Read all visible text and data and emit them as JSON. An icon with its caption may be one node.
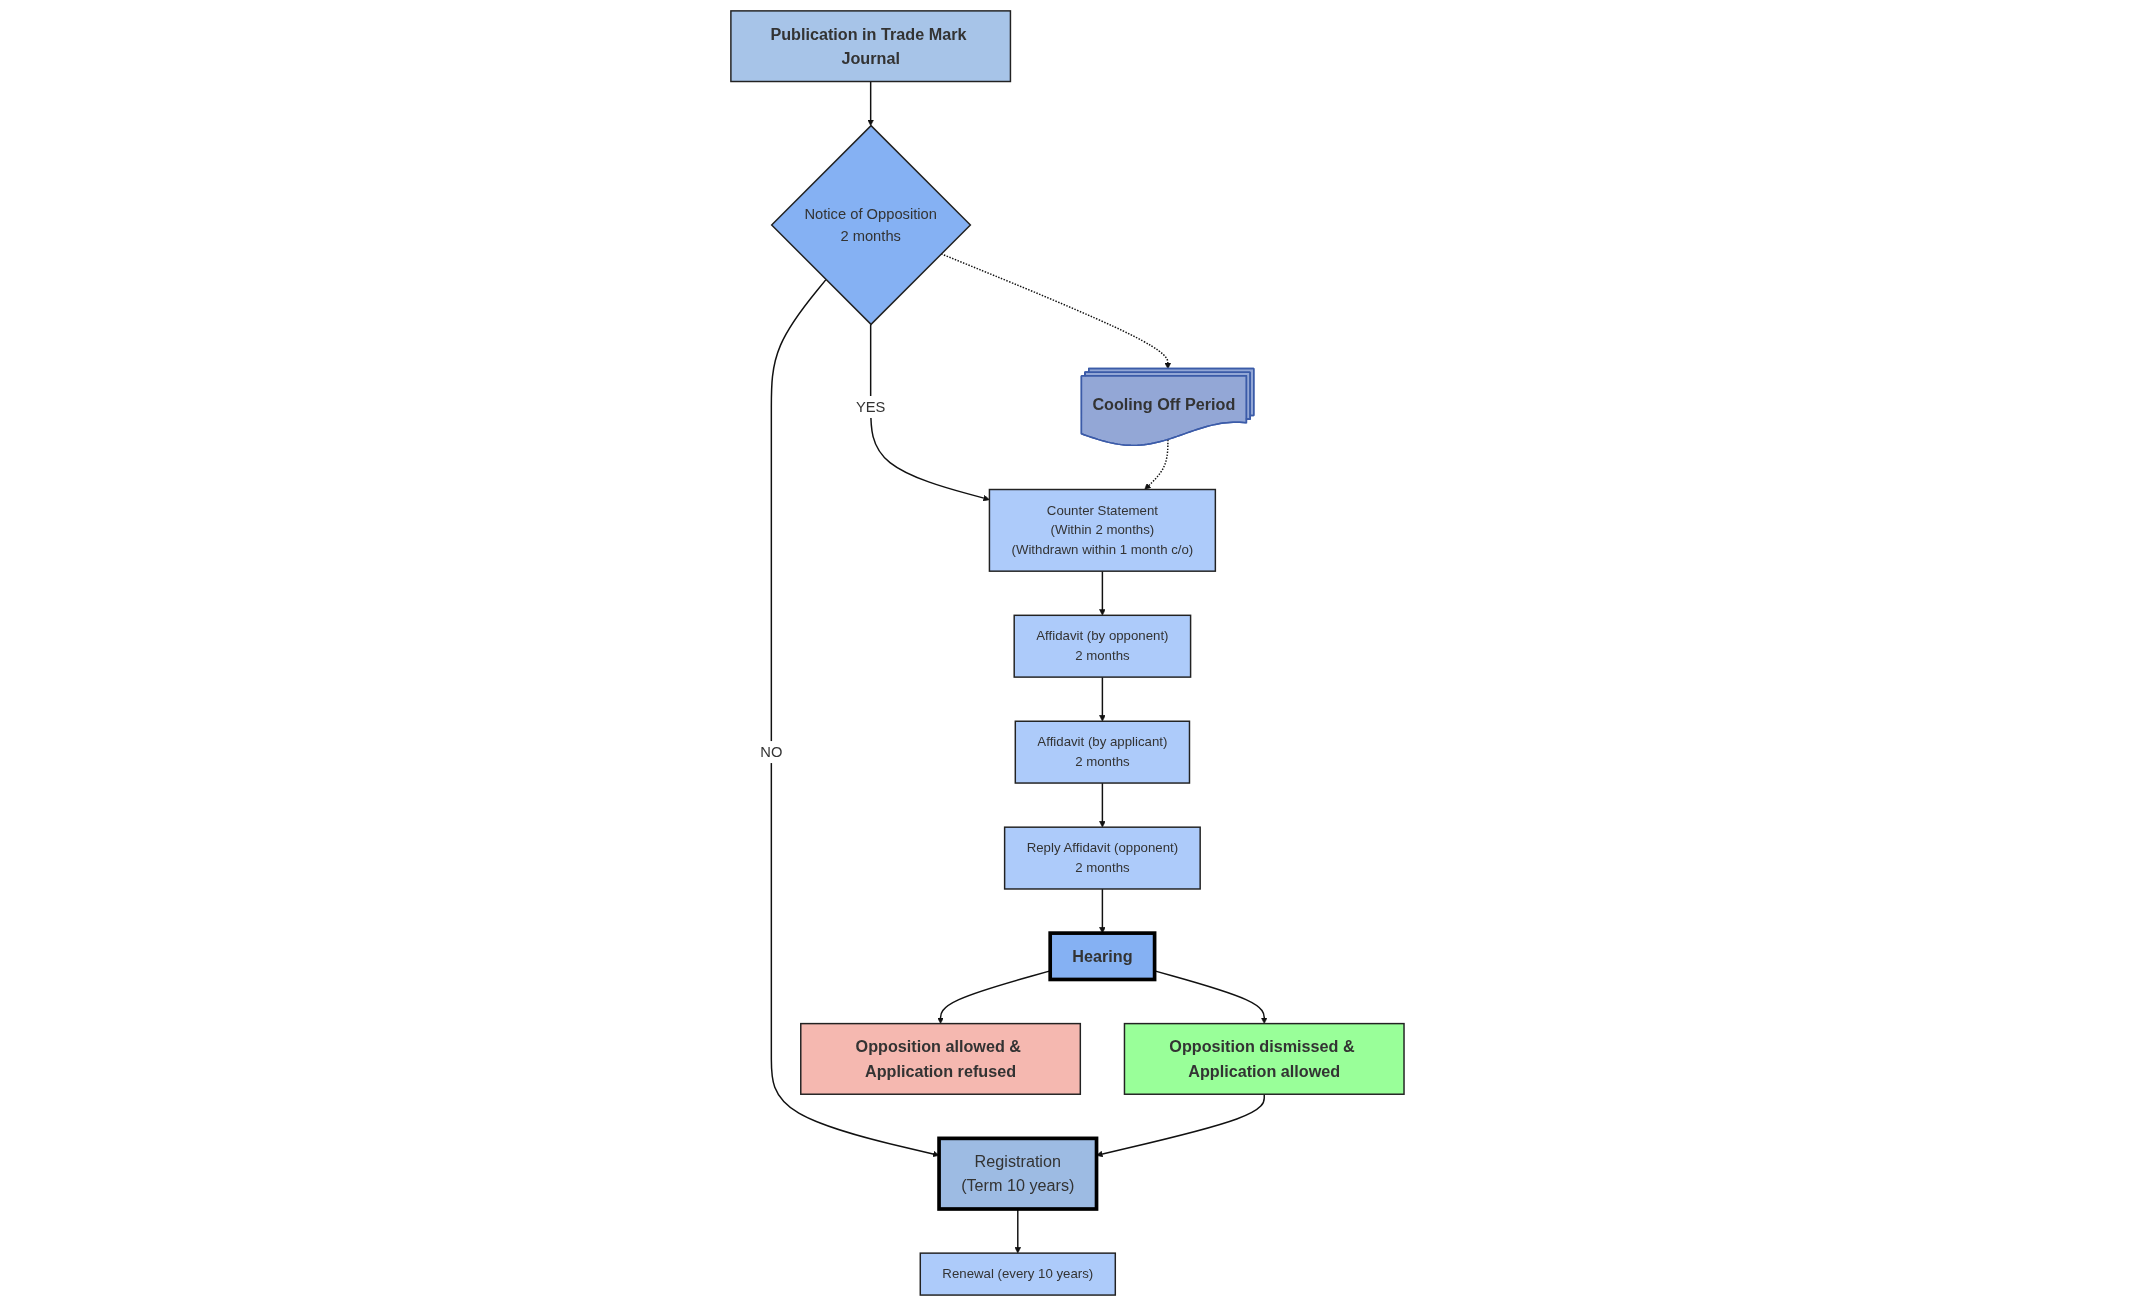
{
  "diagram": {
    "nodes": [
      {
        "text": [
          "Publication in Trade Mark Journal"
        ]
      },
      {
        "text": [
          "Notice of Opposition",
          "2 months"
        ]
      },
      {
        "text": [
          "Cooling Off Period"
        ]
      },
      {
        "text": [
          "Counter Statement",
          "(Within 2 months)",
          "(Withdrawn within 1 month c/o)"
        ]
      },
      {
        "text": [
          "Affidavit (by opponent)",
          "2 months"
        ]
      },
      {
        "text": [
          "Affidavit (by applicant)",
          "2 months"
        ]
      },
      {
        "text": [
          "Reply Affidavit (opponent)",
          "2 months"
        ]
      },
      {
        "text": [
          "Registration",
          "(Term 10 years)"
        ]
      },
      {
        "text": [
          "Renewal (every 10 years)"
        ]
      },
      {
        "text": [
          "Opposition dismissed & Application allowed"
        ]
      },
      {
        "text": [
          "Hearing"
        ]
      },
      {
        "text": [
          "Opposition allowed & Application refused"
        ]
      }
    ],
    "edges": [
      {
        "from": 0,
        "to": 1,
        "arrow": "to"
      },
      {
        "from": 1,
        "to": 3,
        "arrow": "to",
        "label": "YES"
      },
      {
        "from": 1,
        "to": 2,
        "arrow": "to",
        "style": "dashed"
      },
      {
        "from": 2,
        "to": 3,
        "arrow": "to",
        "style": "dashed"
      },
      {
        "from": 1,
        "to": 7,
        "arrow": "to",
        "label": "NO"
      },
      {
        "from": 3,
        "to": 4,
        "arrow": "to"
      },
      {
        "from": 4,
        "to": 5,
        "arrow": "to"
      },
      {
        "from": 5,
        "to": 6,
        "arrow": "to"
      },
      {
        "from": 6,
        "to": 10,
        "arrow": "to"
      },
      {
        "from": 10,
        "to": 9,
        "arrow": "to"
      },
      {
        "from": 10,
        "to": 11,
        "arrow": "to"
      },
      {
        "from": 9,
        "to": 7,
        "arrow": "to"
      },
      {
        "from": 7,
        "to": 8,
        "arrow": "to"
      }
    ]
  }
}
